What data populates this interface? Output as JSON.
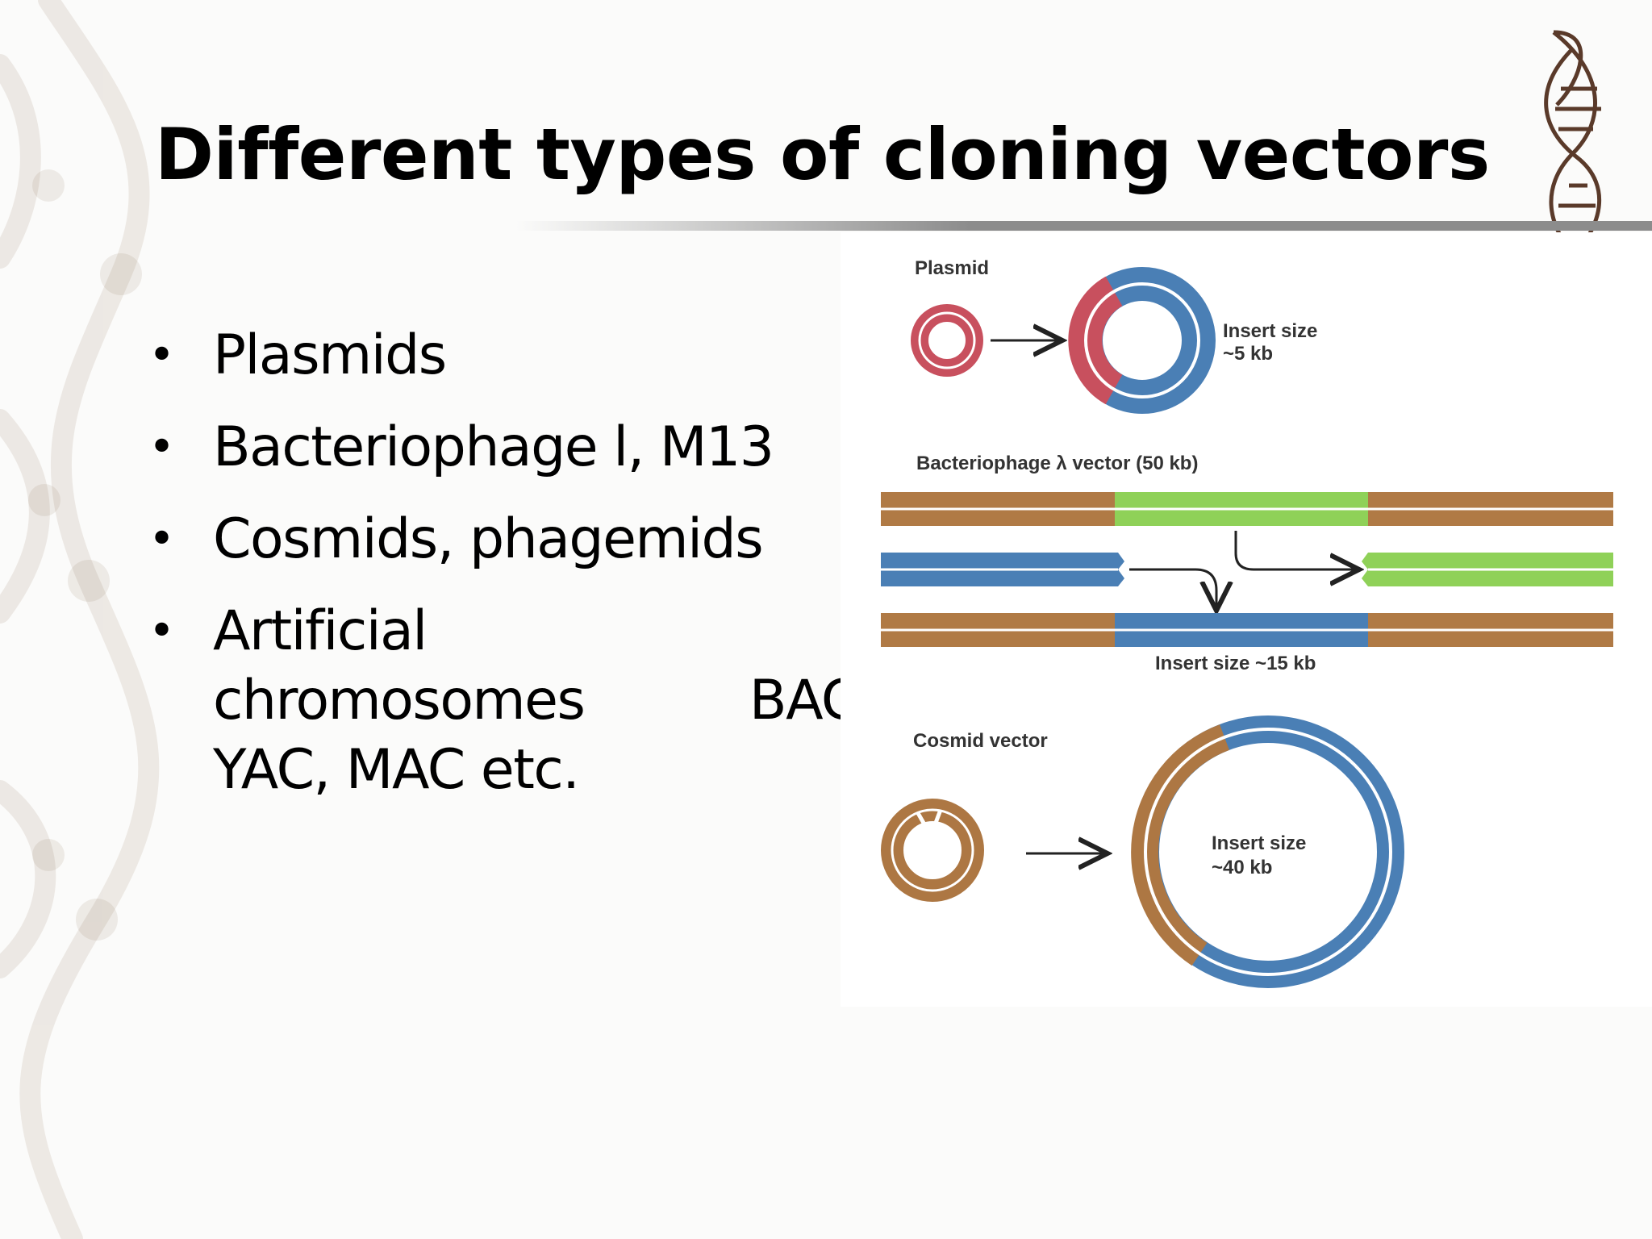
{
  "slide": {
    "title": "Different types of cloning vectors",
    "bullets": [
      {
        "lines": [
          "Plasmids"
        ]
      },
      {
        "lines": [
          "Bacteriophage l, M13"
        ]
      },
      {
        "lines": [
          "Cosmids, phagemids"
        ]
      },
      {
        "lines": [
          "Artificial"
        ],
        "split_line": [
          "chromosomes",
          "BAC,"
        ],
        "tail": [
          "YAC, MAC etc."
        ]
      }
    ],
    "bullet_char": "•"
  },
  "figure": {
    "plasmid_label": "Plasmid",
    "plasmid_insert_line1": "Insert size",
    "plasmid_insert_line2": "~5 kb",
    "lambda_label": "Bacteriophage λ vector (50 kb)",
    "lambda_insert": "Insert size ~15 kb",
    "cosmid_label": "Cosmid vector",
    "cosmid_insert_line1": "Insert size",
    "cosmid_insert_line2": "~40 kb"
  },
  "colors": {
    "plasmid_red": "#c8505e",
    "vector_blue": "#4a7fb5",
    "phage_brown": "#b07a45",
    "stuffer_green": "#8fd158",
    "cosmid_brown": "#ad7743"
  },
  "icons": [
    "dna-helix-icon"
  ]
}
